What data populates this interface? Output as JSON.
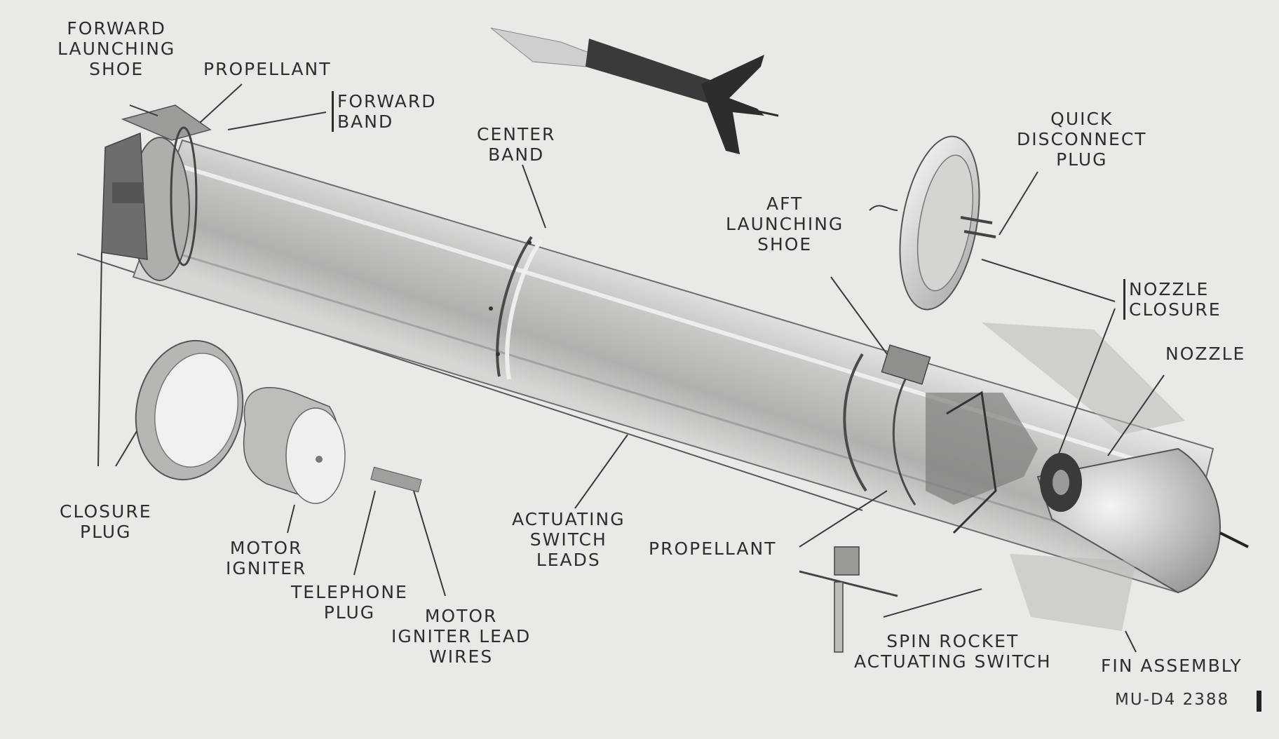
{
  "labels": {
    "forward_launching_shoe": [
      "FORWARD",
      "LAUNCHING",
      "SHOE"
    ],
    "propellant_forward": [
      "PROPELLANT"
    ],
    "forward_band": [
      "FORWARD",
      "BAND"
    ],
    "center_band": [
      "CENTER",
      "BAND"
    ],
    "quick_disconnect_plug": [
      "QUICK",
      "DISCONNECT",
      "PLUG"
    ],
    "aft_launching_shoe": [
      "AFT",
      "LAUNCHING",
      "SHOE"
    ],
    "nozzle_closure": [
      "NOZZLE",
      "CLOSURE"
    ],
    "nozzle": [
      "NOZZLE"
    ],
    "closure_plug": [
      "CLOSURE",
      "PLUG"
    ],
    "motor_igniter": [
      "MOTOR",
      "IGNITER"
    ],
    "telephone_plug": [
      "TELEPHONE",
      "PLUG"
    ],
    "motor_igniter_lead_wires": [
      "MOTOR",
      "IGNITER LEAD",
      "WIRES"
    ],
    "actuating_switch_leads": [
      "ACTUATING",
      "SWITCH",
      "LEADS"
    ],
    "propellant_aft": [
      "PROPELLANT"
    ],
    "spin_rocket_actuating_switch": [
      "SPIN ROCKET",
      "ACTUATING SWITCH"
    ],
    "fin_assembly": [
      "FIN ASSEMBLY"
    ]
  },
  "figure_ref": "MU-D4 2388"
}
